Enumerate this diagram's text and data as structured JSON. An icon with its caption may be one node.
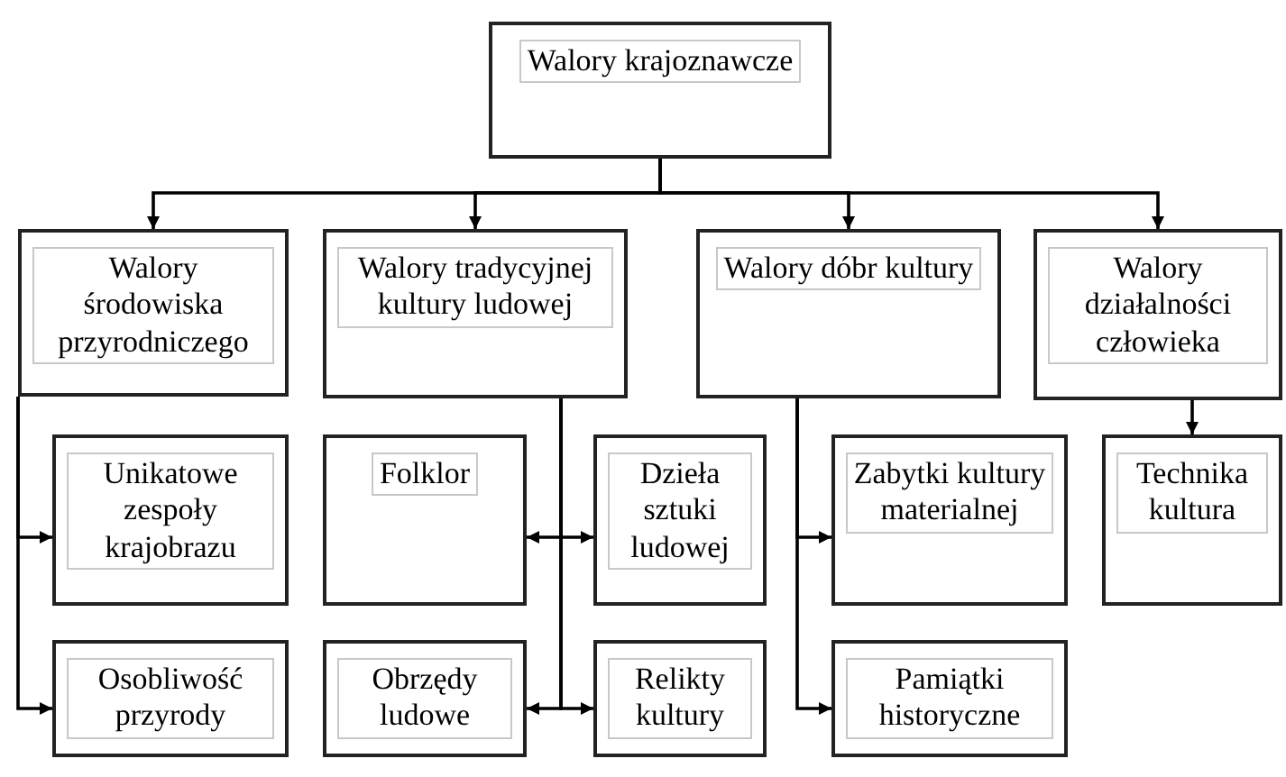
{
  "diagram": {
    "nodes": [
      {
        "text": [
          "Walory krajoznawcze"
        ]
      },
      {
        "text": [
          "Walory środowiska przyrodniczego"
        ]
      },
      {
        "text": [
          "Walory tradycyjnej kultury ludowej"
        ]
      },
      {
        "text": [
          "Walory dóbr kultury"
        ]
      },
      {
        "text": [
          "Walory działalności człowieka"
        ]
      },
      {
        "text": [
          "Unikatowe zespoły krajobrazu"
        ]
      },
      {
        "text": [
          "Folklor"
        ]
      },
      {
        "text": [
          "Dzieła sztuki ludowej"
        ]
      },
      {
        "text": [
          "Zabytki kultury materialnej"
        ]
      },
      {
        "text": [
          "Technika kultura"
        ]
      },
      {
        "text": [
          "Osobliwość przyrody"
        ]
      },
      {
        "text": [
          "Obrzędy ludowe"
        ]
      },
      {
        "text": [
          "Relikty kultury"
        ]
      },
      {
        "text": [
          "Pamiątki historyczne"
        ]
      }
    ],
    "edges": [
      {
        "from": 0,
        "to": 1,
        "arrow": "to"
      },
      {
        "from": 0,
        "to": 2,
        "arrow": "to"
      },
      {
        "from": 0,
        "to": 3,
        "arrow": "to"
      },
      {
        "from": 0,
        "to": 4,
        "arrow": "to"
      },
      {
        "from": 1,
        "to": 5,
        "arrow": "to"
      },
      {
        "from": 1,
        "to": 10,
        "arrow": "to"
      },
      {
        "from": 2,
        "to": 6,
        "arrow": "to"
      },
      {
        "from": 2,
        "to": 7,
        "arrow": "to"
      },
      {
        "from": 2,
        "to": 11,
        "arrow": "to"
      },
      {
        "from": 2,
        "to": 12,
        "arrow": "to"
      },
      {
        "from": 3,
        "to": 8,
        "arrow": "to"
      },
      {
        "from": 3,
        "to": 13,
        "arrow": "to"
      },
      {
        "from": 4,
        "to": 9,
        "arrow": "to"
      }
    ]
  }
}
